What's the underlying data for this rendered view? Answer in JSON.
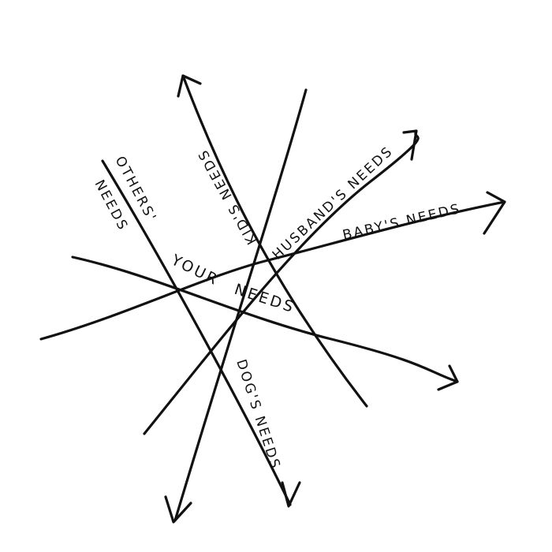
{
  "diagram": {
    "stroke_color": "#111111",
    "background": "#ffffff",
    "labels": {
      "others_line1": "OTHERS'",
      "others_line2": "NEEDS",
      "kids": "KID'S NEEDS",
      "husbands": "HUSBAND'S NEEDS",
      "babys": "BABY'S NEEDS",
      "your": "YOUR",
      "needs": "NEEDS",
      "dogs": "DOG'S NEEDS"
    }
  }
}
